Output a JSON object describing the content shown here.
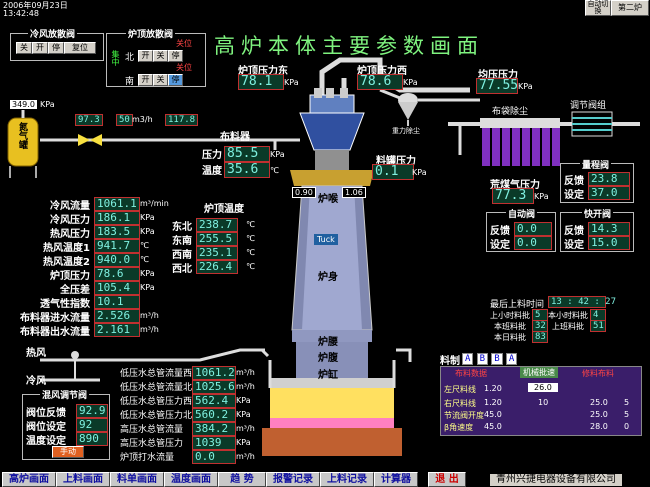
{
  "header": {
    "date": "2006年09月23日",
    "time": "13:42:48",
    "corner_btn1": "自动切换",
    "corner_btn2": "第二炉"
  },
  "title": "高炉本体主要参数画面",
  "cold_valve": {
    "title": "冷风放散阀",
    "btn_open": "关",
    "btn_close": "开",
    "btn_stop": "停",
    "btn_reset": "复位"
  },
  "top_valve": {
    "title": "炉顶放散阀",
    "rows": [
      {
        "label": "北",
        "open": "开",
        "close": "关",
        "stop": "停",
        "state": "关位"
      },
      {
        "label": "南",
        "open": "开",
        "close": "关",
        "stop": "停",
        "state": "关位"
      }
    ],
    "center_label": "集中"
  },
  "nitrogen": {
    "label": "氮气罐",
    "pressure": "349.0",
    "unit": "KPa",
    "flow_a": "97.3",
    "flow_b": "50",
    "flow_b_unit": "m3/h",
    "flow_c": "117.8"
  },
  "top_press_east": {
    "label": "炉顶压力东",
    "value": "78.1",
    "unit": "KPa"
  },
  "top_press_west": {
    "label": "炉顶压力西",
    "value": "78.6",
    "unit": "KPa"
  },
  "gravity_dust": {
    "label": "重力除尘"
  },
  "bin_press": {
    "label": "料罐压力",
    "value": "0.1",
    "unit": "KPa"
  },
  "bag_dust": {
    "label": "布袋除尘"
  },
  "adj_valve": {
    "label": "调节阀组"
  },
  "equal_press": {
    "label": "均压压力",
    "value": "77.55",
    "unit": "KPa"
  },
  "distributor": {
    "label": "布料器",
    "pressure_label": "压力",
    "pressure": "85.5",
    "pressure_unit": "KPa",
    "temp_label": "温度",
    "temp": "35.6",
    "temp_unit": "℃"
  },
  "gauges": {
    "left": "0.90",
    "right": "1.06"
  },
  "furnace_labels": {
    "throat": "炉喉",
    "body": "炉身",
    "waist": "炉腰",
    "belly": "炉腹",
    "hearth": "炉缸",
    "sign": "Tuck"
  },
  "wet_gas": {
    "label": "荒煤气压力",
    "value": "77.3",
    "unit": "KPa"
  },
  "flow_valve": {
    "title": "量程阀",
    "fb_label": "反馈",
    "fb": "23.8",
    "set_label": "设定",
    "set": "37.0"
  },
  "auto_valve": {
    "title": "自动阀",
    "fb_label": "反馈",
    "fb": "0.0",
    "set_label": "设定",
    "set": "0.0"
  },
  "fast_valve": {
    "title": "快开阀",
    "fb_label": "反馈",
    "fb": "14.3",
    "set_label": "设定",
    "set": "15.0"
  },
  "blast_params": [
    {
      "label": "冷风流量",
      "value": "1061.1",
      "unit": "m³/min"
    },
    {
      "label": "冷风压力",
      "value": "186.1",
      "unit": "KPa"
    },
    {
      "label": "热风压力",
      "value": "183.5",
      "unit": "KPa"
    },
    {
      "label": "热风温度1",
      "value": "941.7",
      "unit": "℃"
    },
    {
      "label": "热风温度2",
      "value": "940.0",
      "unit": "℃"
    },
    {
      "label": "炉顶压力",
      "value": "78.6",
      "unit": "KPa"
    },
    {
      "label": "全压差",
      "value": "105.4",
      "unit": "KPa"
    },
    {
      "label": "透气性指数",
      "value": "10.1",
      "unit": ""
    },
    {
      "label": "布料器进水流量",
      "value": "2.526",
      "unit": "m³/h"
    },
    {
      "label": "布料器出水流量",
      "value": "2.161",
      "unit": "m³/h"
    }
  ],
  "top_temp": {
    "title": "炉顶温度",
    "rows": [
      {
        "label": "东北",
        "value": "238.7",
        "unit": "℃"
      },
      {
        "label": "东南",
        "value": "255.5",
        "unit": "℃"
      },
      {
        "label": "西南",
        "value": "235.1",
        "unit": "℃"
      },
      {
        "label": "西北",
        "value": "226.4",
        "unit": "℃"
      }
    ]
  },
  "charge_info": {
    "last_time_label": "最后上料时间",
    "last_time": "13 : 42 : 27",
    "rows": [
      {
        "l1": "上小时料批",
        "v1": "5",
        "l2": "本小时料批",
        "v2": "4"
      },
      {
        "l1": "本班料批",
        "v1": "32",
        "l2": "上班料批",
        "v2": "51"
      },
      {
        "l1": "本日料批",
        "v1": "83",
        "l2": "",
        "v2": ""
      }
    ]
  },
  "charge_table": {
    "title": "料制",
    "tags": [
      "A",
      "B",
      "B",
      "A"
    ],
    "headers": [
      "布料数据",
      "机械批速",
      "修料布料"
    ],
    "rows": [
      {
        "name": "左尺料线",
        "c1": "1.20",
        "c2": "26.0",
        "c3": "",
        "c4": ""
      },
      {
        "name": "右尺料线",
        "c1": "1.20",
        "c2": "10",
        "c3": "25.0",
        "c4": "5"
      },
      {
        "name": "节流阀开度",
        "c1": "45.0",
        "c2": "",
        "c3": "25.0",
        "c4": "5"
      },
      {
        "name": "β角速度",
        "c1": "45.0",
        "c2": "",
        "c3": "28.0",
        "c4": "0"
      }
    ]
  },
  "hot_blast": {
    "label": "热风"
  },
  "cold_blast": {
    "label": "冷风"
  },
  "mix_valve": {
    "title": "混风调节阀",
    "rows": [
      {
        "label": "阀位反馈",
        "value": "92.9"
      },
      {
        "label": "阀位设定",
        "value": "92"
      },
      {
        "label": "温度设定",
        "value": "890"
      }
    ],
    "mode": "手动"
  },
  "water_params": [
    {
      "label": "低压水总管流量西",
      "value": "1061.2",
      "unit": "m³/h"
    },
    {
      "label": "低压水总管流量北",
      "value": "1025.6",
      "unit": "m³/h"
    },
    {
      "label": "低压水总管压力西",
      "value": "562.4",
      "unit": "KPa"
    },
    {
      "label": "低压水总管压力北",
      "value": "560.2",
      "unit": "KPa"
    },
    {
      "label": "高压水总管流量",
      "value": "384.2",
      "unit": "m³/h"
    },
    {
      "label": "高压水总管压力",
      "value": "1039",
      "unit": "KPa"
    },
    {
      "label": "炉顶打水流量",
      "value": "0.0",
      "unit": "m³/h"
    }
  ],
  "nav": [
    "高炉画面",
    "上料画面",
    "料单画面",
    "温度画面",
    "趋 势",
    "报警记录",
    "上料记录",
    "计算器",
    "退 出"
  ],
  "company": "青州兴捷电器设备有限公司",
  "colors": {
    "value_text": "#7ff0e0",
    "value_bg": "#0a3a28",
    "value_border": "#c03030",
    "title_green": "#7ff37f"
  }
}
